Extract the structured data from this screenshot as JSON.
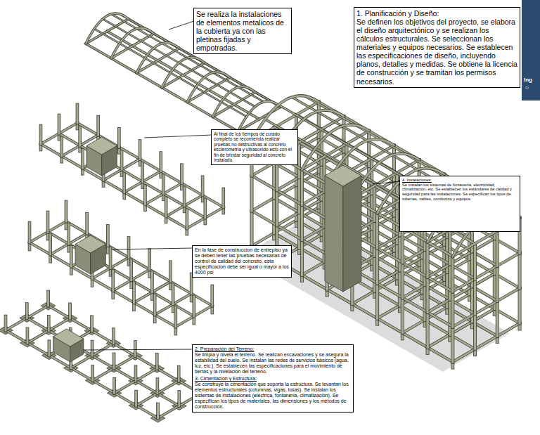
{
  "diagram": {
    "nodes": [
      {
        "text": [
          "Se realiza la instalaciones de elementos metalicos de la cubierta ya con las pletinas fijadas y empotradas."
        ]
      },
      {
        "text": [
          "1. Planificación y Diseño:",
          "Se definen los objetivos del proyecto, se elabora el diseño arquitectónico y se realizan los cálculos estructurales. Se seleccionan los materiales y equipos necesarios. Se establecen las especificaciones de diseño, incluyendo planos, detalles y medidas. Se obtiene la licencia de construcción y se tramitan los permisos necesarios."
        ]
      },
      {
        "text": [
          "Al final de los tiempos de curado completo se recomienda realizar pruebas no destructivas al concreto esclerometria y ultrasonido esto con el fin de brindar seguridad al concreto instalado."
        ]
      },
      {
        "text": [
          "4. Instalaciones:",
          "Se instalan los sistemas de fontanería, electricidad, climatización, etc. Se establecen los estándares de calidad y seguridad para las instalaciones. Se especifican los tipos de tuberías, cables, conductos y equipos."
        ]
      },
      {
        "text": [
          "En la fase de construccion de entrepiso ya se deben tener las pruebas necesarias de control de calidad del concreto, esta especificacion debe ser igual o mayor a los 4000 psi"
        ]
      },
      {
        "text": [
          "2. Preparación del Terreno:",
          "Se limpia y nivela el terreno. Se realizan excavaciones y se asegura la estabilidad del suelo. Se instalan las redes de servicios básicos (agua, luz, etc.). Se establecen las especificaciones para el movimiento de tierras y la nivelación del terreno.",
          "3. Cimentación y Estructura:",
          "Se construye la cimentación que soporta la estructura. Se levantan los elementos estructurales (columnas, vigas, losas). Se instalan los sistemas de instalaciones (eléctrica, fontanería, climatización). Se especifican los tipos de materiales, las dimensiones y los métodos de construcción."
        ]
      }
    ],
    "labels": [
      "Ing",
      "Cr"
    ]
  }
}
